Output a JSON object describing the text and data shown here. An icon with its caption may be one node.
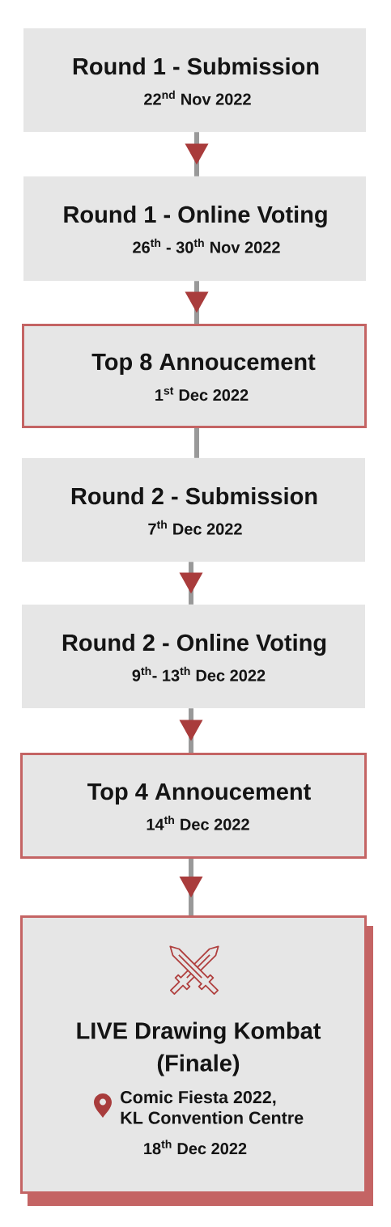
{
  "diagram": {
    "nodes": [
      {
        "text": [
          "Round 1 - Submission",
          "22$^{nd}$ Nov 2022"
        ]
      },
      {
        "text": [
          "Round 1 - Online Voting",
          "26$^{th}$ - 30$^{th}$ Nov 2022"
        ]
      },
      {
        "text": [
          "Top 8 Annoucement",
          "1$^{st}$ Dec 2022"
        ]
      },
      {
        "text": [
          "Round 2 - Submission",
          "7$^{th}$ Dec 2022"
        ]
      },
      {
        "text": [
          "Round 2 - Online Voting",
          "9$^{th}$- 13$^{th}$ Dec 2022"
        ]
      },
      {
        "text": [
          "Top 4 Annoucement",
          "14$^{th}$ Dec 2022"
        ]
      },
      {
        "text": [
          "LIVE Drawing Kombat (Finale)",
          "Comic Fiesta 2022, KL Convention Centre",
          "18$^{th}$ Dec 2022"
        ]
      }
    ],
    "edges": [
      {
        "from": 0,
        "to": 1,
        "arrow": "to"
      },
      {
        "from": 1,
        "to": 2,
        "arrow": "to"
      },
      {
        "from": 2,
        "to": 3,
        "arrow": "none"
      },
      {
        "from": 3,
        "to": 4,
        "arrow": "to"
      },
      {
        "from": 4,
        "to": 5,
        "arrow": "to"
      },
      {
        "from": 5,
        "to": 6,
        "arrow": "to"
      }
    ]
  }
}
